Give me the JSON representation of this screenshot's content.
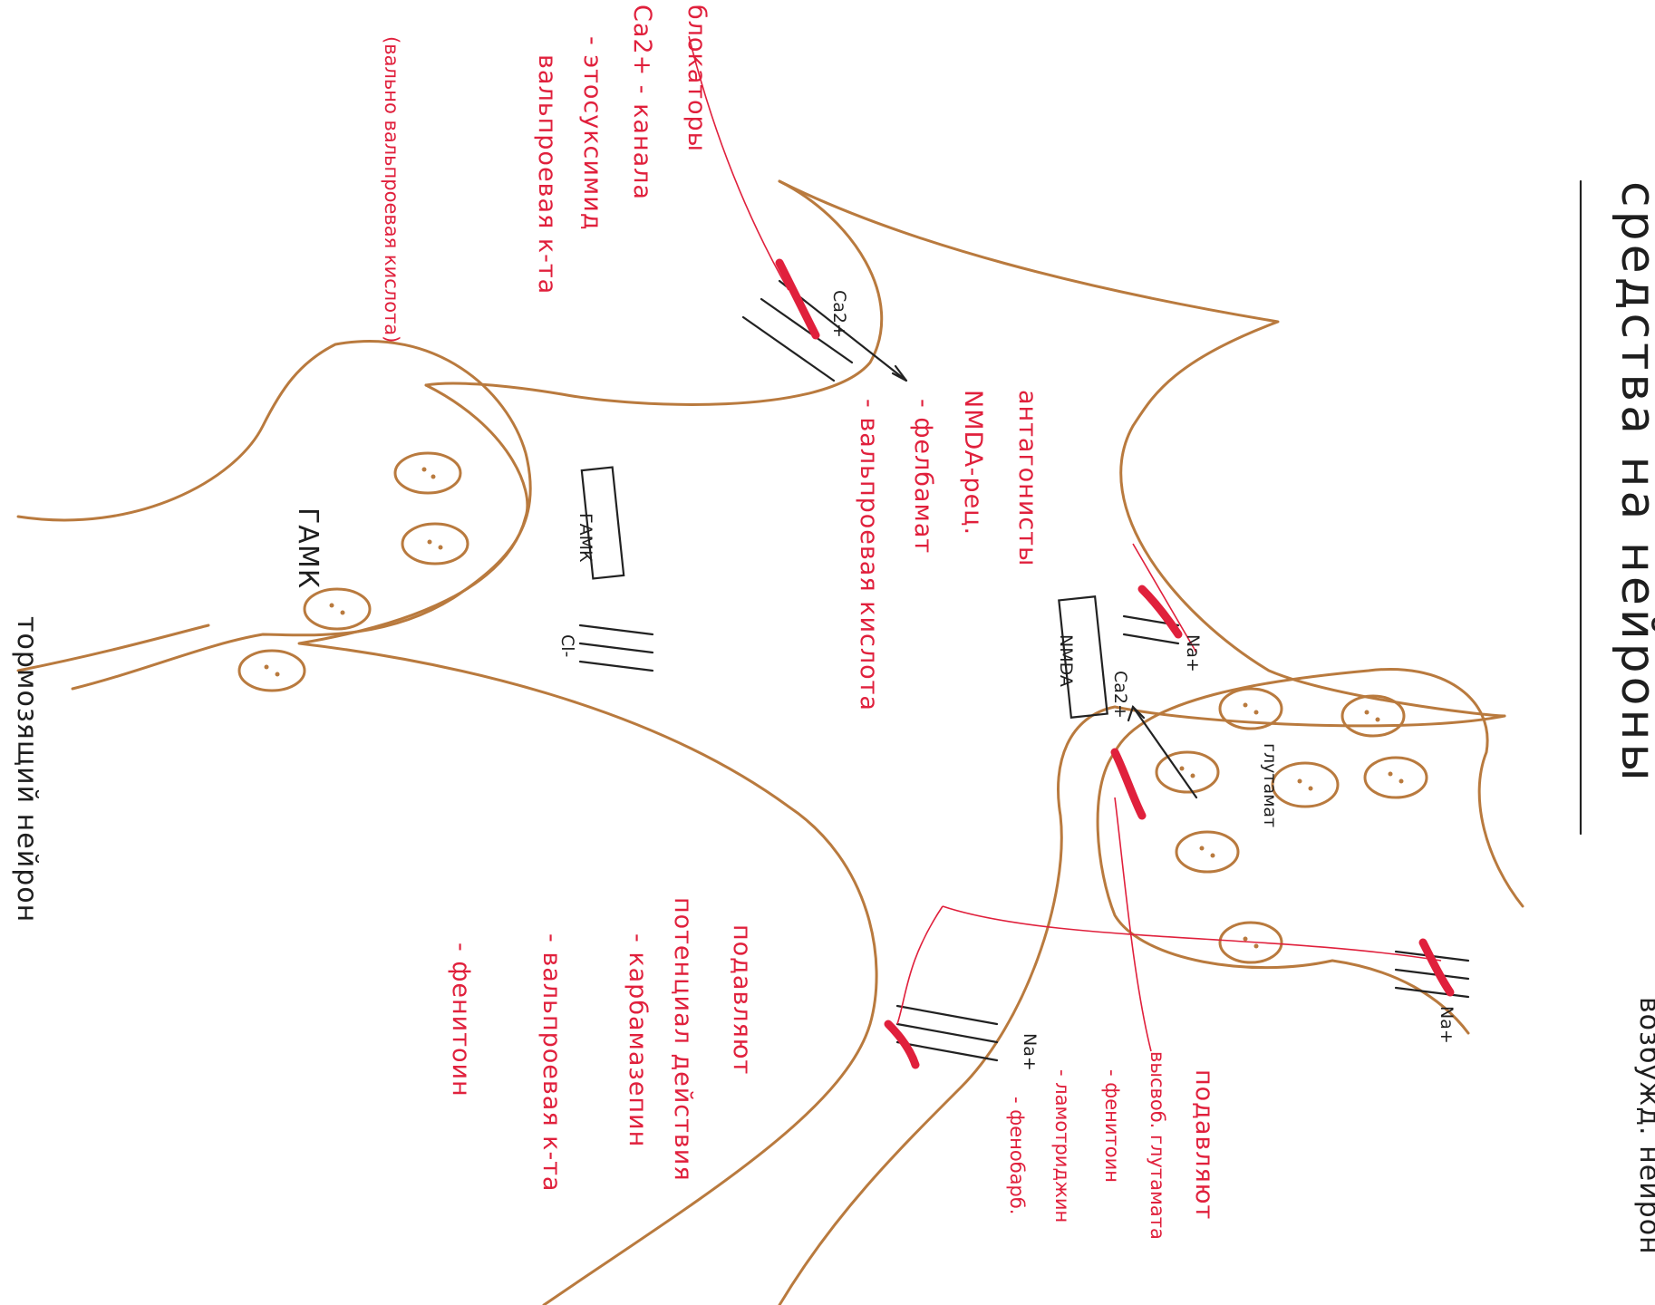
{
  "title": "средства на нейроны",
  "neurons": {
    "excitatory": "возбужд. нейрон",
    "inhibitory": "тормозящий нейрон"
  },
  "receptors": {
    "gaba_box": "ГАМК",
    "nmda_box": "NMDA",
    "gaba_vesicle_label": "ГАМК",
    "glutamate_vesicle_label": "глутамат"
  },
  "ions": {
    "ca": "Ca2+",
    "ca_nmda": "Ca2+",
    "na_nmda": "Na+",
    "na_lower": "Na+",
    "na_right": "Na+",
    "cl": "Cl-"
  },
  "annotations": {
    "ca_blockers": {
      "lines": [
        "блокаторы",
        "Ca2+ - канала",
        "- этосуксимид",
        "вальпроевая к-та",
        "(вально вальпроевая кислота)"
      ]
    },
    "nmda_antagonists": {
      "lines": [
        "антагонисты",
        "NMDA-рец.",
        "- фелбамат",
        "- вальпроевая кислота"
      ]
    },
    "na_suppressors": {
      "lines": [
        "подавляют",
        "потенциал действия",
        "- карбамазепин",
        "- вальпроевая к-та",
        "- фенитоин"
      ]
    },
    "glutamate_suppressors": {
      "lines": [
        "подавляют",
        "высвоб. глутамата",
        "- фенитоин",
        "- ламотриджин",
        "- фенобарб."
      ]
    }
  }
}
